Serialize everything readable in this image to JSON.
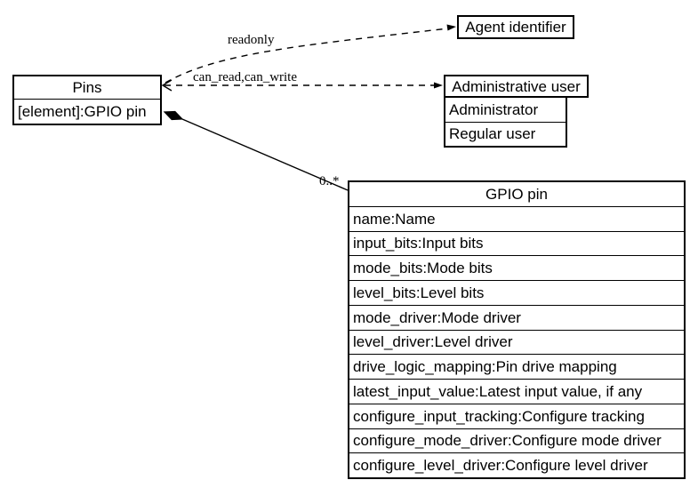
{
  "nodes": {
    "pins": {
      "title": "Pins",
      "attributes": [
        "[element]:GPIO pin"
      ]
    },
    "agent_identifier": {
      "title": "Agent identifier"
    },
    "administrative_user": {
      "title": "Administrative user",
      "subtypes": [
        "Administrator",
        "Regular user"
      ]
    },
    "gpio_pin": {
      "title": "GPIO pin",
      "attributes": [
        "name:Name",
        "input_bits:Input bits",
        "mode_bits:Mode bits",
        "level_bits:Level bits",
        "mode_driver:Mode driver",
        "level_driver:Level driver",
        "drive_logic_mapping:Pin drive mapping",
        "latest_input_value:Latest input value, if any",
        "configure_input_tracking:Configure tracking",
        "configure_mode_driver:Configure mode driver",
        "configure_level_driver:Configure level driver"
      ]
    }
  },
  "edges": {
    "readonly": {
      "label": "readonly",
      "style": "dashed"
    },
    "can_read_can_write": {
      "label": "can_read,can_write",
      "style": "dashed"
    },
    "composition": {
      "multiplicity": "0..*",
      "style": "solid-filled-diamond"
    }
  },
  "colors": {
    "line": "#000000",
    "background": "#ffffff",
    "box_fill": "#ffffff"
  }
}
